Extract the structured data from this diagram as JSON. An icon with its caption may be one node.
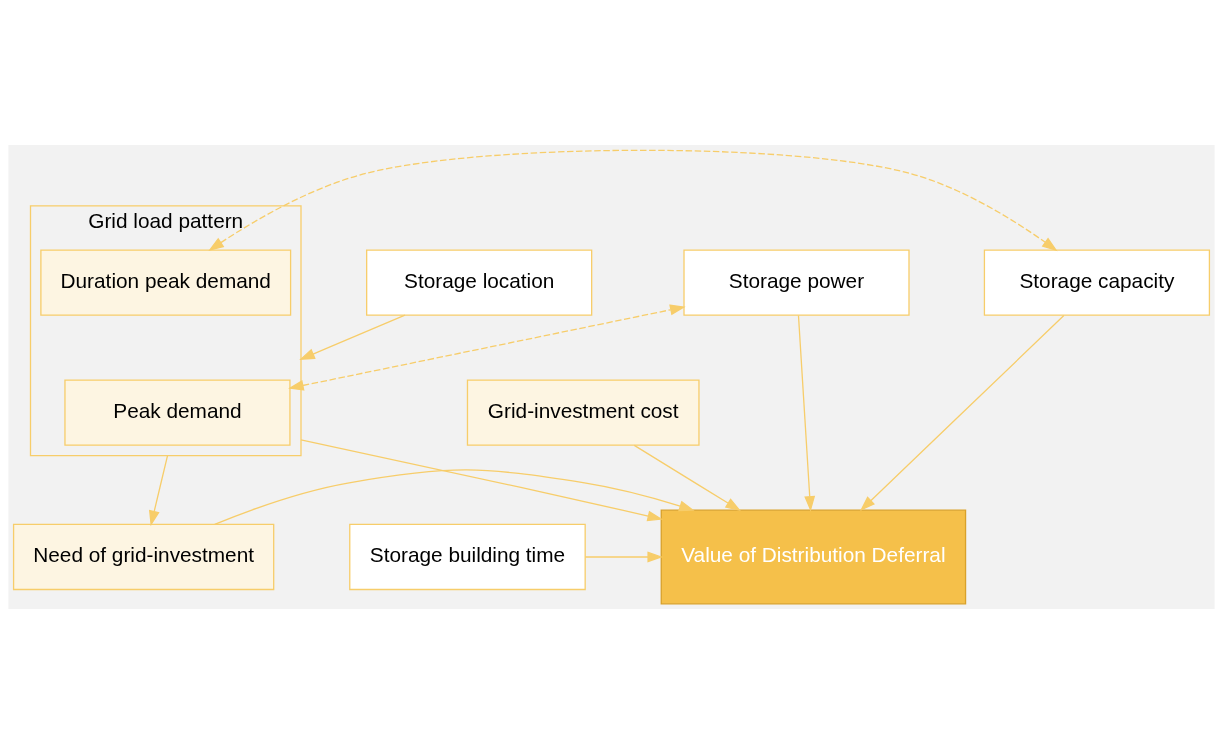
{
  "diagram": {
    "nodes": [
      {
        "text": [
          "Grid-investment cost"
        ]
      },
      {
        "text": [
          "Need of grid-investment"
        ]
      },
      {
        "text": [
          "Value of Distribution Deferral"
        ]
      },
      {
        "text": [
          "Storage building time"
        ]
      },
      {
        "text": [
          "Grid load pattern"
        ]
      },
      {
        "text": [
          "Peak demand"
        ],
        "in": 4
      },
      {
        "text": [
          "Duration peak demand"
        ],
        "in": 4
      },
      {
        "text": [
          "Storage location"
        ]
      },
      {
        "text": [
          "Storage power"
        ]
      },
      {
        "text": [
          "Storage capacity"
        ]
      }
    ],
    "edges": [
      {
        "from": 0,
        "to": 2,
        "arrow": "to"
      },
      {
        "from": 1,
        "to": 2,
        "arrow": "to"
      },
      {
        "from": 3,
        "to": 2,
        "arrow": "to"
      },
      {
        "from": 4,
        "to": 2,
        "arrow": "to"
      },
      {
        "from": 4,
        "to": 1,
        "arrow": "to"
      },
      {
        "from": 8,
        "to": 2,
        "arrow": "to"
      },
      {
        "from": 9,
        "to": 2,
        "arrow": "to"
      },
      {
        "from": 7,
        "to": 4,
        "arrow": "to"
      },
      {
        "from": 5,
        "to": 8,
        "arrow": "both",
        "style": "dashed"
      },
      {
        "from": 6,
        "to": 9,
        "arrow": "both",
        "style": "dashed"
      }
    ]
  }
}
